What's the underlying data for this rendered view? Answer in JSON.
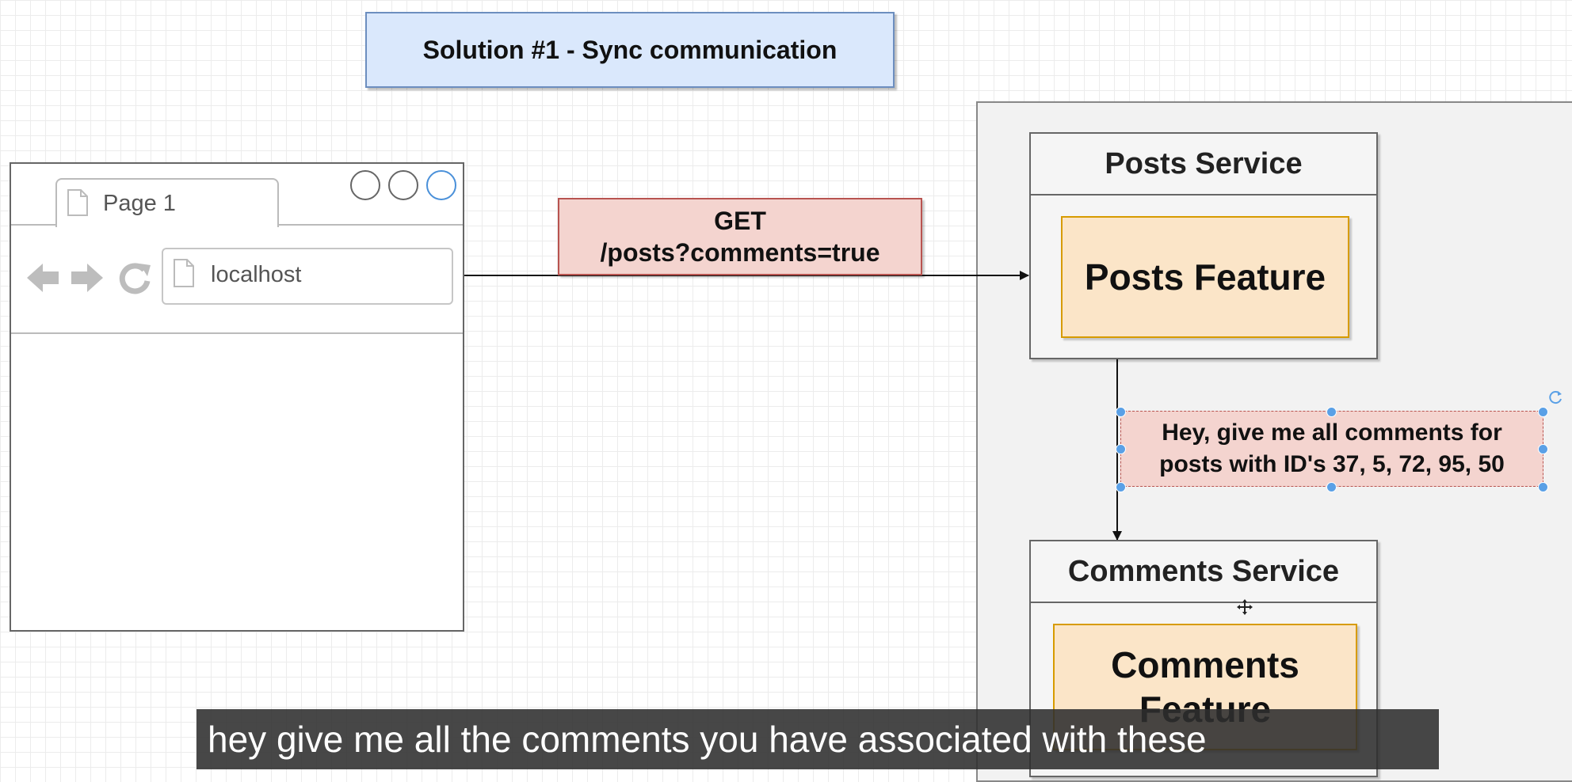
{
  "diagram": {
    "title": "Solution #1 - Sync communication",
    "browser": {
      "tab_label": "Page 1",
      "url": "localhost"
    },
    "request": {
      "line1": "GET",
      "line2": "/posts?comments=true"
    },
    "posts_service": {
      "header": "Posts Service",
      "feature": "Posts Feature"
    },
    "message": {
      "line1": "Hey, give me all comments for",
      "line2": "posts with ID's 37, 5, 72, 95, 50"
    },
    "comments_service": {
      "header": "Comments Service",
      "feature_line1": "Comments",
      "feature_line2": "Feature"
    },
    "colors": {
      "title_fill": "#dae8fc",
      "request_fill": "#f4d4cf",
      "feature_fill": "#fbe5c8",
      "selection_handle": "#5aa0e6"
    }
  },
  "caption": {
    "text": "hey give me all the comments you have associated with these"
  }
}
